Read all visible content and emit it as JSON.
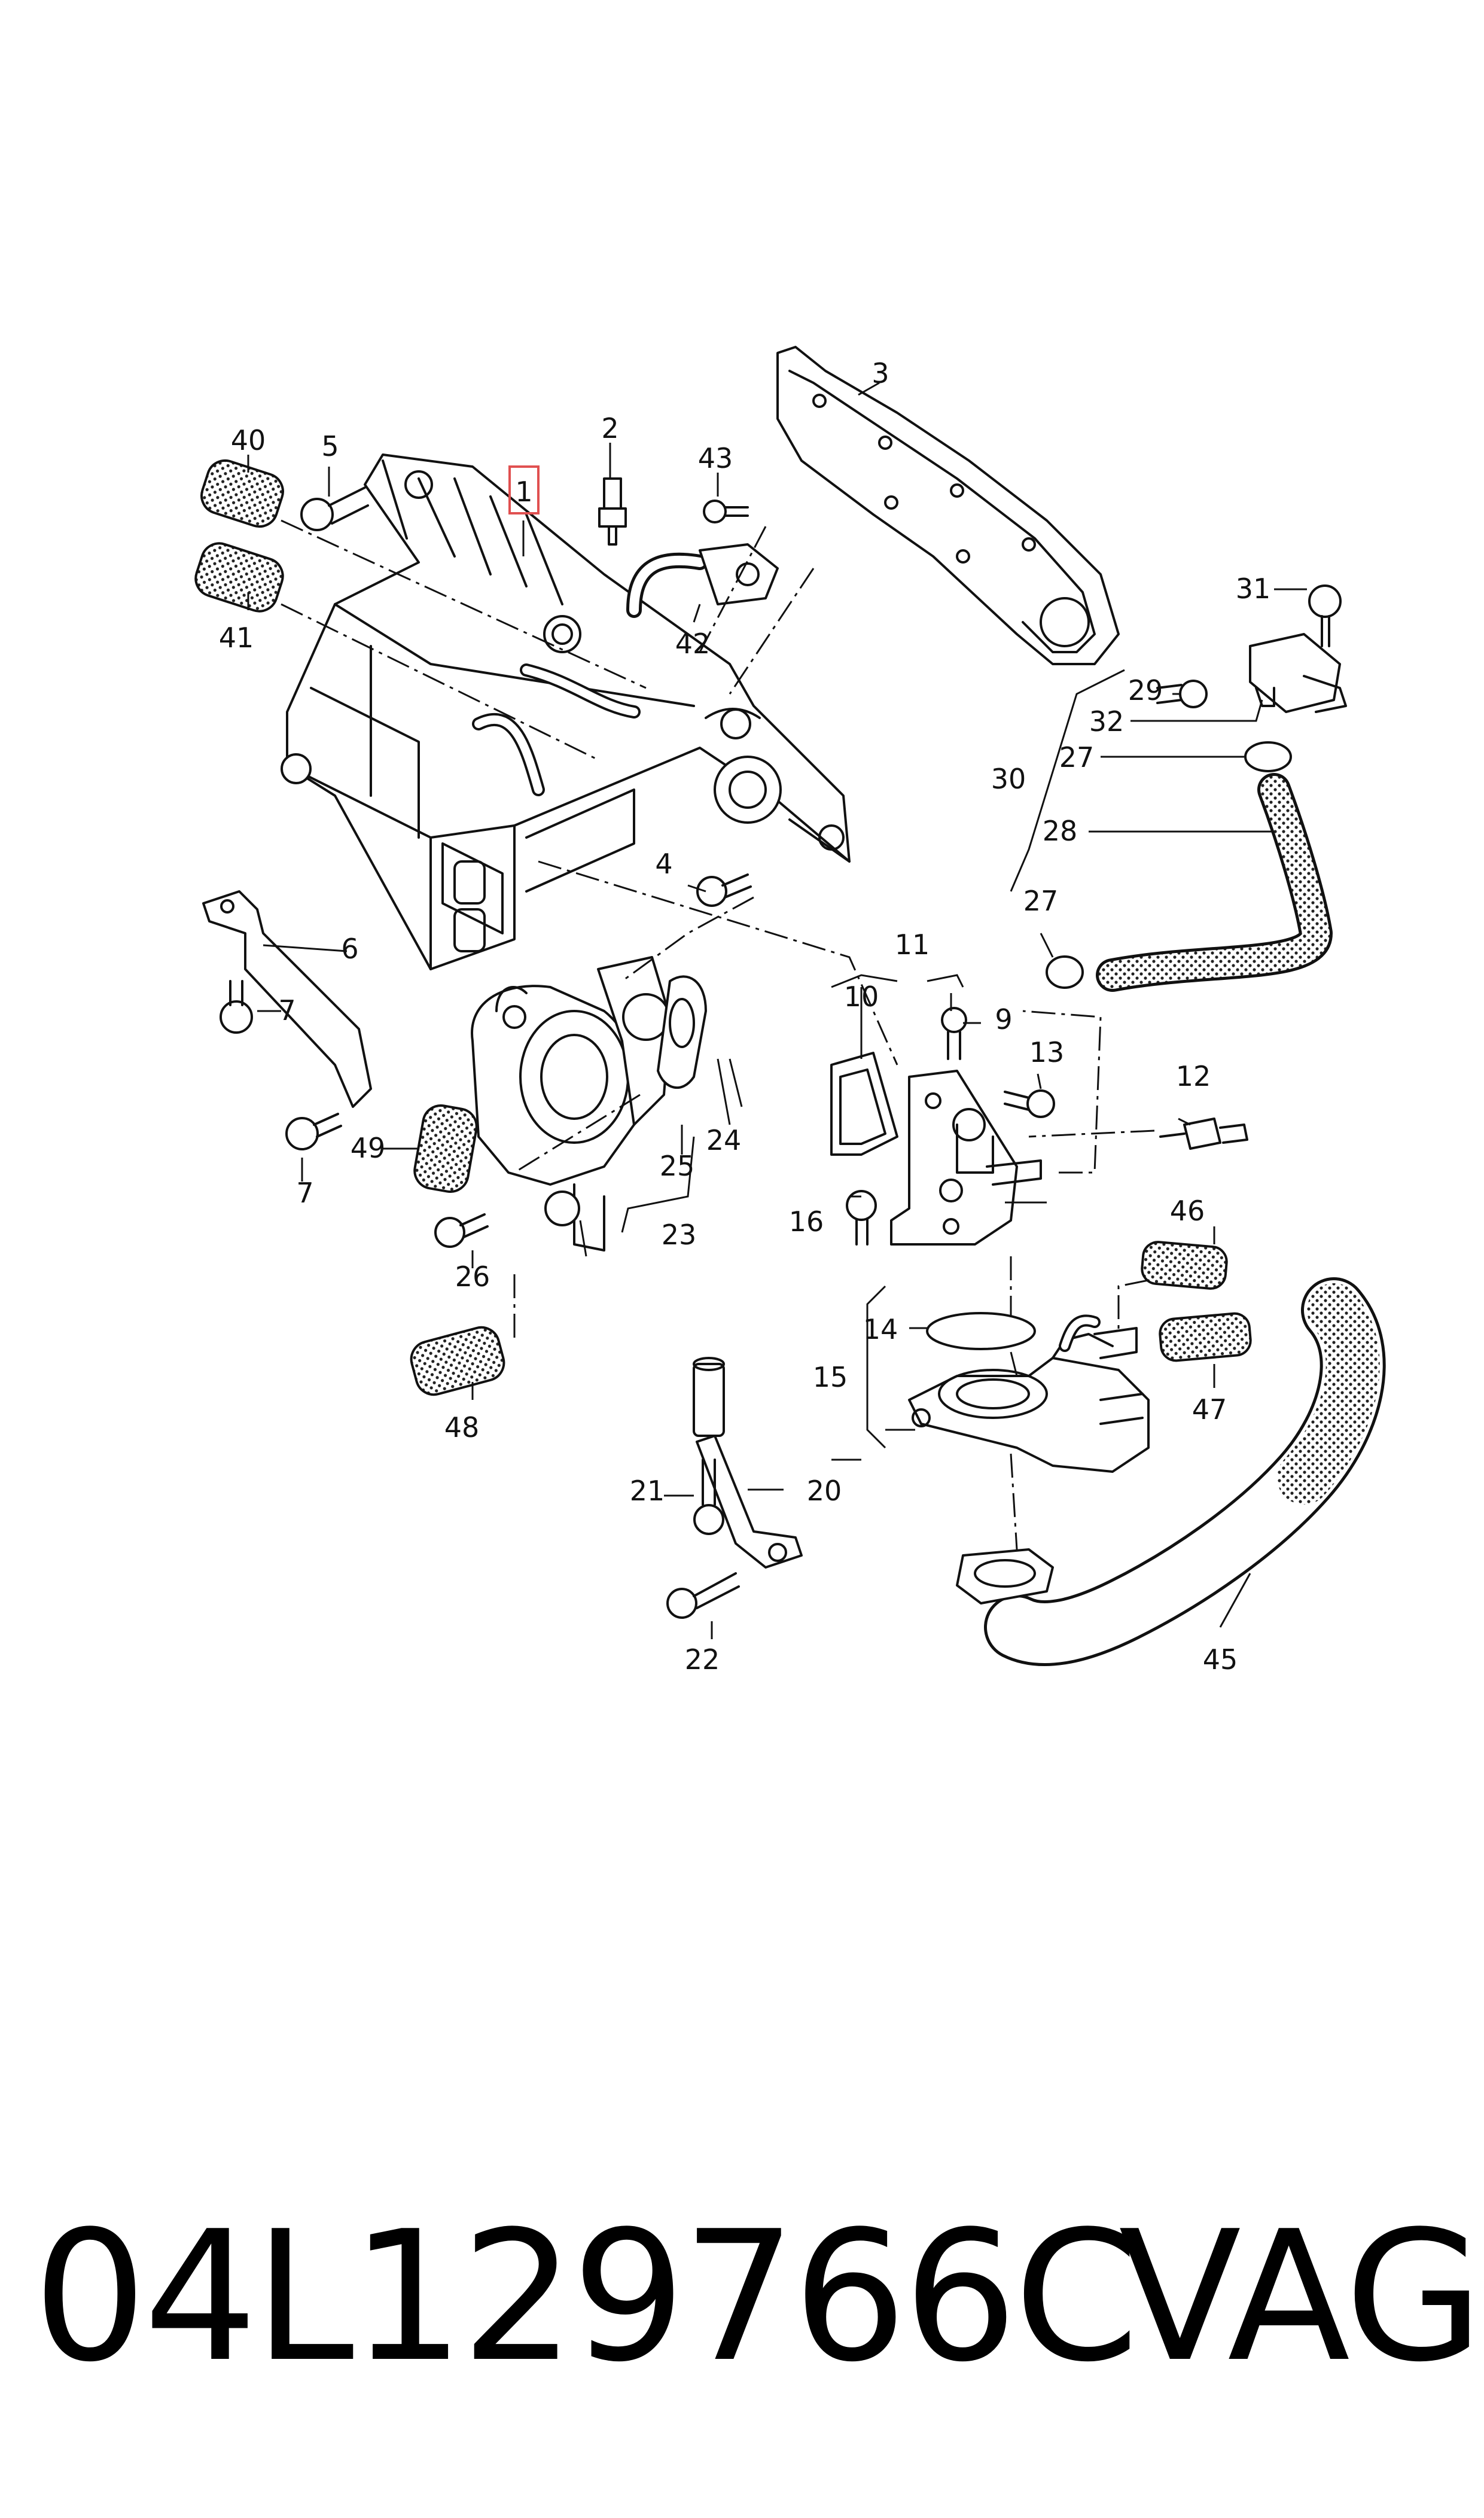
{
  "diagram": {
    "callouts": [
      {
        "id": "c1",
        "label": "1"
      },
      {
        "id": "c2",
        "label": "2"
      },
      {
        "id": "c3",
        "label": "3"
      },
      {
        "id": "c4",
        "label": "4"
      },
      {
        "id": "c5",
        "label": "5"
      },
      {
        "id": "c6",
        "label": "6"
      },
      {
        "id": "c7a",
        "label": "7"
      },
      {
        "id": "c7b",
        "label": "7"
      },
      {
        "id": "c9",
        "label": "9"
      },
      {
        "id": "c10",
        "label": "10"
      },
      {
        "id": "c11",
        "label": "11"
      },
      {
        "id": "c12",
        "label": "12"
      },
      {
        "id": "c13",
        "label": "13"
      },
      {
        "id": "c14",
        "label": "14"
      },
      {
        "id": "c15",
        "label": "15"
      },
      {
        "id": "c16",
        "label": "16"
      },
      {
        "id": "c20",
        "label": "20"
      },
      {
        "id": "c21",
        "label": "21"
      },
      {
        "id": "c22",
        "label": "22"
      },
      {
        "id": "c23",
        "label": "23"
      },
      {
        "id": "c24",
        "label": "24"
      },
      {
        "id": "c25",
        "label": "25"
      },
      {
        "id": "c26",
        "label": "26"
      },
      {
        "id": "c27a",
        "label": "27"
      },
      {
        "id": "c27b",
        "label": "27"
      },
      {
        "id": "c28",
        "label": "28"
      },
      {
        "id": "c29",
        "label": "29"
      },
      {
        "id": "c30",
        "label": "30"
      },
      {
        "id": "c31",
        "label": "31"
      },
      {
        "id": "c32",
        "label": "32"
      },
      {
        "id": "c40",
        "label": "40"
      },
      {
        "id": "c41",
        "label": "41"
      },
      {
        "id": "c42",
        "label": "42"
      },
      {
        "id": "c43",
        "label": "43"
      },
      {
        "id": "c45",
        "label": "45"
      },
      {
        "id": "c46",
        "label": "46"
      },
      {
        "id": "c47",
        "label": "47"
      },
      {
        "id": "c48",
        "label": "48"
      },
      {
        "id": "c49",
        "label": "49"
      }
    ],
    "highlight_color": "#e05050"
  },
  "footer": {
    "part_number": "04L129766C",
    "brand": "VAG"
  }
}
